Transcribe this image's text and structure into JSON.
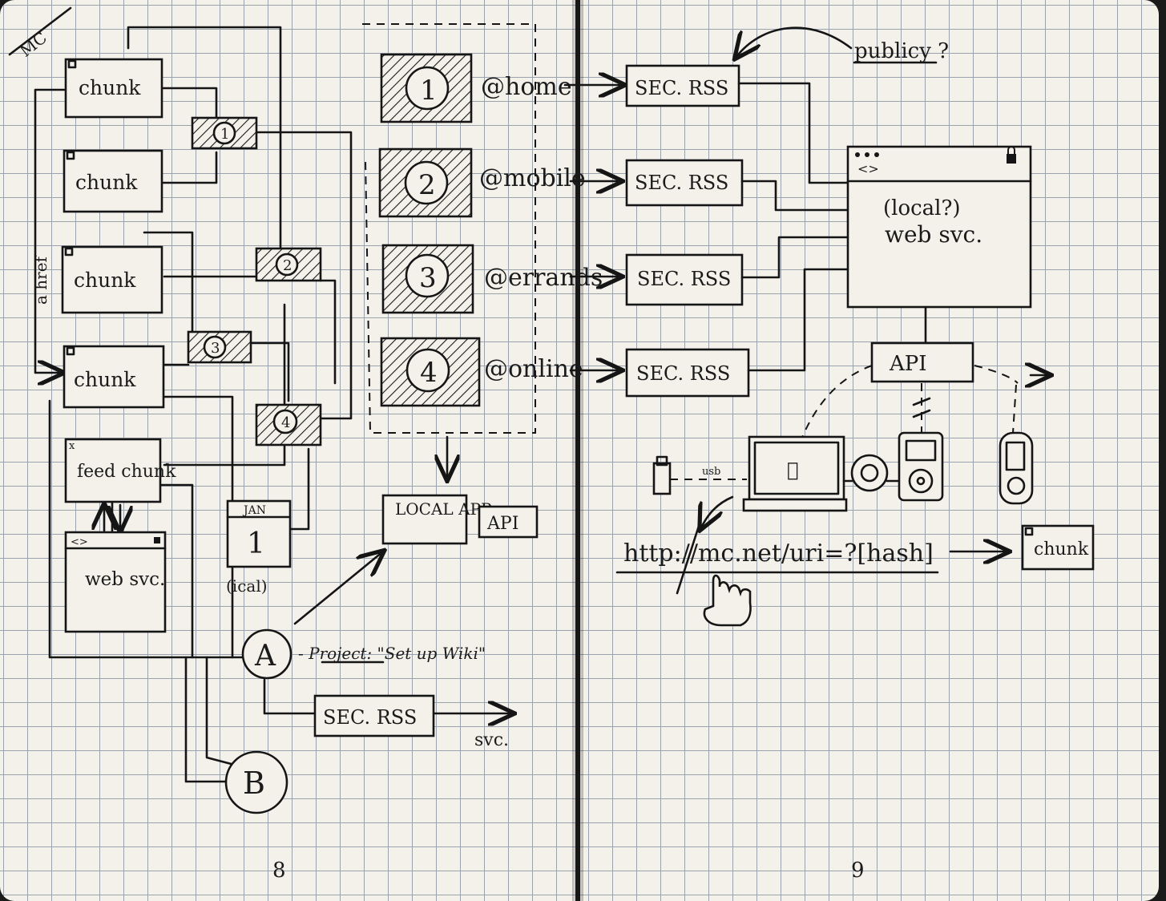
{
  "page_corner_label": "MC",
  "vertical_label": "a href",
  "chunks": [
    "chunk",
    "chunk",
    "chunk",
    "chunk"
  ],
  "feed_chunk": "feed chunk",
  "feed_chunk_corner": "x",
  "web_svc_small": {
    "code": "<>",
    "label": "web svc."
  },
  "mini_markers": [
    "1",
    "2",
    "3",
    "4"
  ],
  "calendar": {
    "month": "JAN",
    "day": "1",
    "caption": "(ical)"
  },
  "circles": [
    "A",
    "B"
  ],
  "project_note": "- Project: \"Set up Wiki\"",
  "sec_rss_left": "SEC. RSS",
  "svc_note": "svc.",
  "screens": [
    {
      "num": "1",
      "context": "@home"
    },
    {
      "num": "2",
      "context": "@mobile"
    },
    {
      "num": "3",
      "context": "@errands"
    },
    {
      "num": "4",
      "context": "@online"
    }
  ],
  "sec_rss_right": [
    "SEC. RSS",
    "SEC. RSS",
    "SEC. RSS",
    "SEC. RSS"
  ],
  "local_app": "LOCAL APP",
  "api_small": "API",
  "publicy": "publicy ?",
  "big_window": {
    "code": "<>",
    "label1": "(local?)",
    "label2": "web svc."
  },
  "api_big": "API",
  "usb": "usb",
  "url": "http://mc.net/uri=?[hash]",
  "url_chunk": "chunk",
  "page_numbers": [
    "8",
    "9"
  ]
}
